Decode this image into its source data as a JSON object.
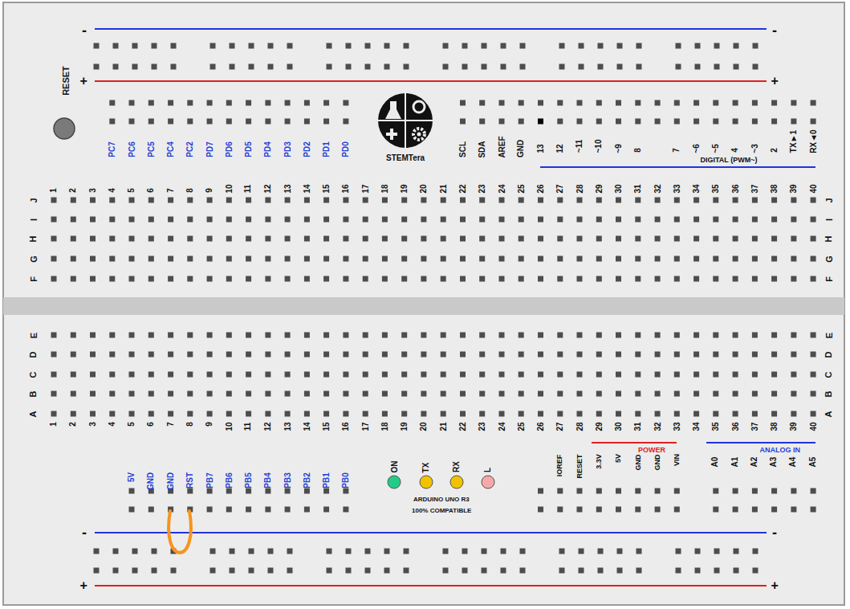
{
  "diagram": {
    "labels": [
      "-",
      "-",
      "+",
      "+",
      "RESET",
      "PC7",
      "PC6",
      "PC5",
      "PC4",
      "PC2",
      "PD7",
      "PD6",
      "PD5",
      "PD4",
      "PD3",
      "PD2",
      "PD1",
      "PD0",
      "STEMTera",
      "SCL",
      "SDA",
      "AREF",
      "GND",
      "13",
      "12",
      "~11",
      "~10",
      "~9",
      "8",
      "7",
      "~6",
      "~5",
      "4",
      "~3",
      "2",
      "TX►1",
      "RX◄0",
      "DIGITAL (PWM~)",
      "1",
      "2",
      "3",
      "4",
      "5",
      "6",
      "7",
      "8",
      "9",
      "10",
      "11",
      "12",
      "13",
      "14",
      "15",
      "16",
      "17",
      "18",
      "19",
      "20",
      "21",
      "22",
      "23",
      "24",
      "25",
      "26",
      "27",
      "28",
      "29",
      "30",
      "31",
      "32",
      "33",
      "34",
      "35",
      "36",
      "37",
      "38",
      "39",
      "40",
      "J",
      "I",
      "H",
      "G",
      "F",
      "J",
      "I",
      "H",
      "G",
      "F",
      "E",
      "D",
      "C",
      "B",
      "A",
      "E",
      "D",
      "C",
      "B",
      "A",
      "1",
      "2",
      "3",
      "4",
      "5",
      "6",
      "7",
      "8",
      "9",
      "10",
      "11",
      "12",
      "13",
      "14",
      "15",
      "16",
      "17",
      "18",
      "19",
      "20",
      "21",
      "22",
      "23",
      "24",
      "25",
      "26",
      "27",
      "28",
      "29",
      "30",
      "31",
      "32",
      "33",
      "34",
      "35",
      "36",
      "37",
      "38",
      "39",
      "40",
      "5V",
      "GND",
      "GND",
      "RST",
      "PB7",
      "PB6",
      "PB5",
      "PB4",
      "PB3",
      "PB2",
      "PB1",
      "PB0",
      "ON",
      "TX",
      "RX",
      "L",
      "ARDUINO UNO R3",
      "100% COMPATIBLE",
      "IOREF",
      "RESET",
      "3.3V",
      "5V",
      "GND",
      "GND",
      "VIN",
      "POWER",
      "ANALOG IN",
      "A0",
      "A1",
      "A2",
      "A3",
      "A4",
      "A5",
      "-",
      "-",
      "+",
      "+"
    ]
  }
}
